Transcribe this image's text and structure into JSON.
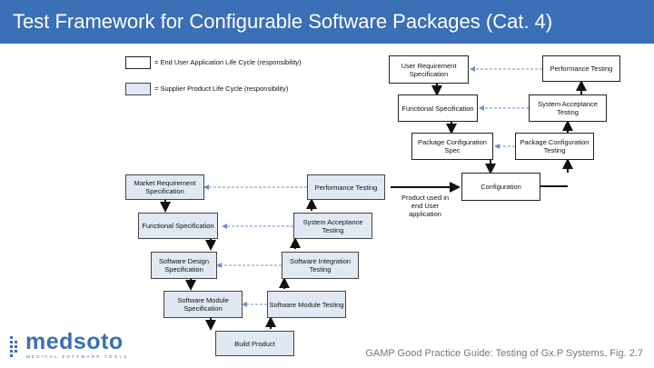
{
  "header": {
    "title": "Test Framework for Configurable Software Packages (Cat. 4)"
  },
  "legend": {
    "end_user": "= End User Application Life Cycle (responsibility)",
    "supplier": "= Supplier Product Life Cycle (responsibility)"
  },
  "end_user_cycle": {
    "urs": "User Requirement Specification",
    "perf": "Performance Testing",
    "fs": "Functional Specification",
    "sat": "System Acceptance Testing",
    "pcs": "Package Configuration Spec",
    "pct": "Package Configuration Testing",
    "config": "Configuration"
  },
  "supplier_cycle": {
    "mrs": "Market Requirement Specification",
    "perf": "Performance Testing",
    "fs": "Functional Specification",
    "sat": "System Acceptance Testing",
    "sds": "Software Design Specification",
    "sit": "Software Integration Testing",
    "sms": "Software Module Specification",
    "smt": "Software Module Testing",
    "build": "Build Product"
  },
  "product_note": "Product used in end User application",
  "footer": "GAMP Good Practice Guide: Testing of Gx.P Systems, Fig. 2.7",
  "logo": {
    "name": "medsoto",
    "tagline": "MEDICAL SOFTWARE TOOLS"
  },
  "colors": {
    "header": "#3b6fb6",
    "supplier_fill": "#dfe8f3",
    "arrow_blue": "#6f8fc9"
  }
}
